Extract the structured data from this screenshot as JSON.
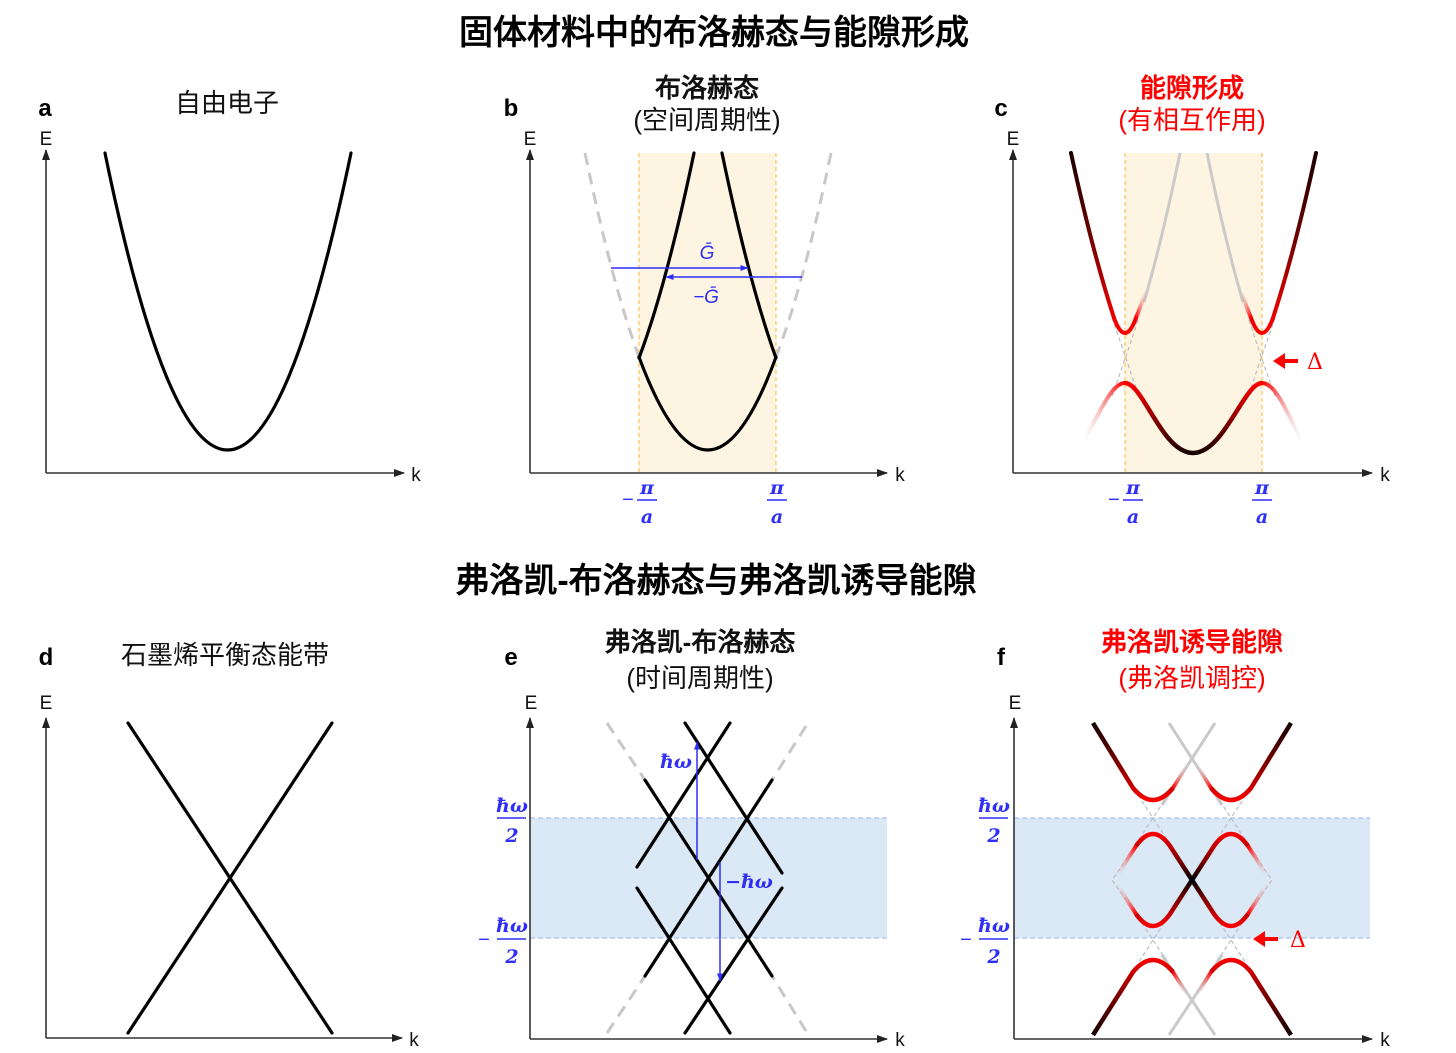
{
  "sections": [
    {
      "title": "固体材料中的布洛赫态与能隙形成"
    },
    {
      "title": "弗洛凯-布洛赫态与弗洛凯诱导能隙"
    }
  ],
  "panels": {
    "a": {
      "letter": "a",
      "title": "自由电子",
      "y_axis_label": "E",
      "x_axis_label": "k"
    },
    "b": {
      "letter": "b",
      "title": "布洛赫态",
      "subtitle": "(空间周期性)",
      "y_axis_label": "E",
      "x_axis_label": "k",
      "vector_label": "Ḡ",
      "neg_vector_label": "−Ḡ",
      "tick_left": {
        "sign": "−",
        "numerator": "π",
        "denominator": "a"
      },
      "tick_right": {
        "numerator": "π",
        "denominator": "a"
      }
    },
    "c": {
      "letter": "c",
      "title": "能隙形成",
      "subtitle": "(有相互作用)",
      "y_axis_label": "E",
      "x_axis_label": "k",
      "gap_label": "Δ",
      "tick_left": {
        "sign": "−",
        "numerator": "π",
        "denominator": "a"
      },
      "tick_right": {
        "numerator": "π",
        "denominator": "a"
      }
    },
    "d": {
      "letter": "d",
      "title": "石墨烯平衡态能带",
      "y_axis_label": "E",
      "x_axis_label": "k"
    },
    "e": {
      "letter": "e",
      "title": "弗洛凯-布洛赫态",
      "subtitle": "(时间周期性)",
      "y_axis_label": "E",
      "x_axis_label": "k",
      "up_arrow_label": "ħω",
      "down_arrow_label": "−ħω",
      "tick_top": {
        "numerator": "ħω",
        "denominator": "2"
      },
      "tick_bottom": {
        "sign": "−",
        "numerator": "ħω",
        "denominator": "2"
      }
    },
    "f": {
      "letter": "f",
      "title": "弗洛凯诱导能隙",
      "subtitle": "(弗洛凯调控)",
      "y_axis_label": "E",
      "x_axis_label": "k",
      "gap_label": "Δ",
      "tick_top": {
        "numerator": "ħω",
        "denominator": "2"
      },
      "tick_bottom": {
        "sign": "−",
        "numerator": "ħω",
        "denominator": "2"
      }
    }
  },
  "colors": {
    "highlight_red": "#ff0000",
    "label_blue": "#2f2ff5",
    "brillouin_zone_fill": "#fdf5e1",
    "floquet_zone_fill": "#dbe8f6",
    "ghost_grey": "#c8c8c8"
  }
}
